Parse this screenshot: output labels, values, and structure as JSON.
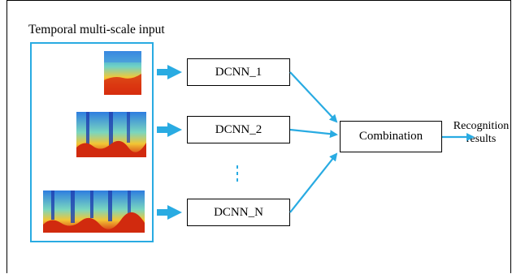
{
  "diagram": {
    "title": "Temporal multi-scale input",
    "networks": [
      {
        "label": "DCNN_1"
      },
      {
        "label": "DCNN_2"
      },
      {
        "label": "DCNN_N"
      }
    ],
    "combination_label": "Combination",
    "output_label_line1": "Recognition",
    "output_label_line2": "results",
    "ellipsis": "⋮"
  },
  "colors": {
    "accent": "#29abe2",
    "box_border": "#000000",
    "spectrogram_low": "#1e5bd8",
    "spectrogram_mid": "#5fd1c8",
    "spectrogram_high": "#e52a10"
  }
}
